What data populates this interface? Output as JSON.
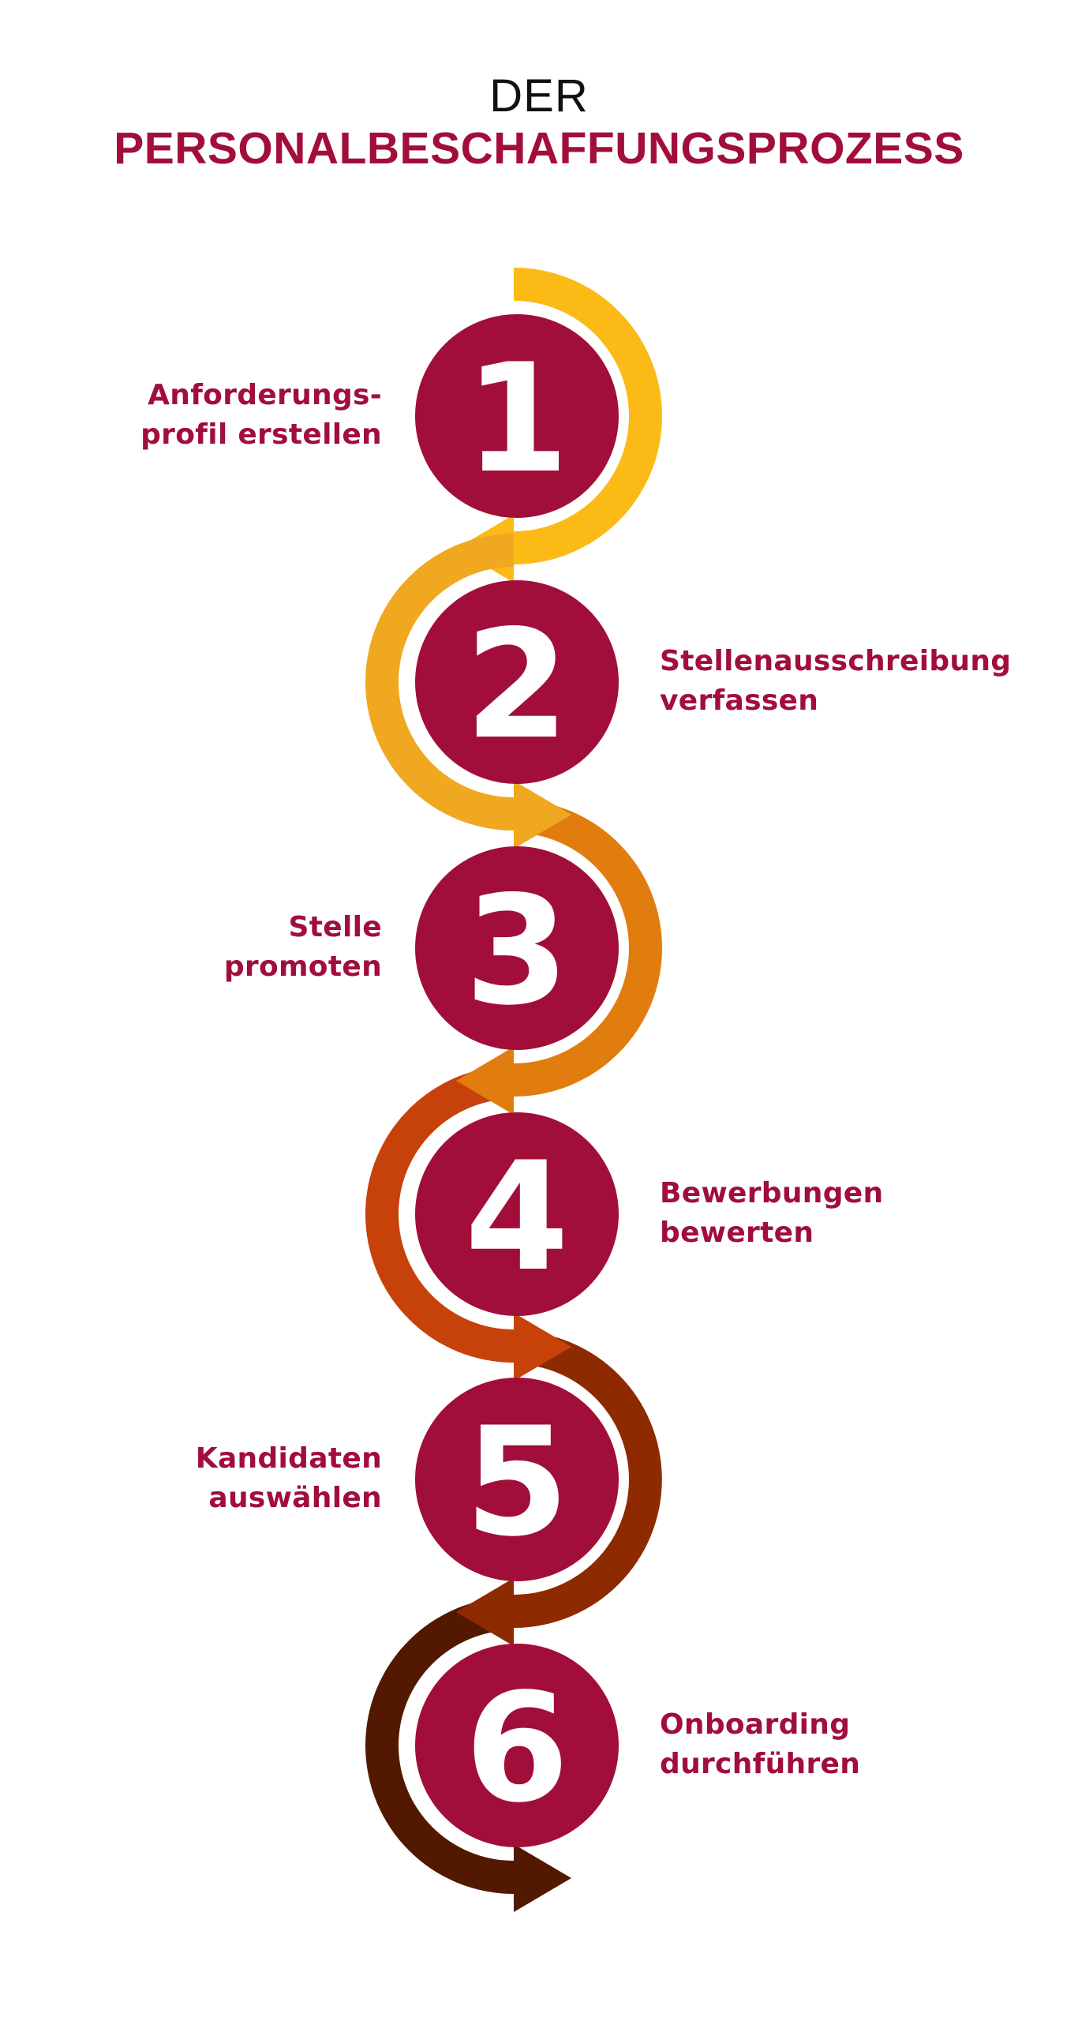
{
  "header": {
    "title_top": "DER",
    "title_main": "PERSONALBESCHAFFUNGSPROZESS"
  },
  "colors": {
    "circle": "#A20E3A",
    "text": "#A10E3B",
    "arcs": [
      "#FBBA16",
      "#EFA820",
      "#E17D0E",
      "#C7410A",
      "#8E2A00",
      "#521800"
    ]
  },
  "steps": [
    {
      "number": "1",
      "line1": "Anforderungs-",
      "line2": "profil erstellen",
      "side": "left"
    },
    {
      "number": "2",
      "line1": "Stellenausschreibung",
      "line2": "verfassen",
      "side": "right"
    },
    {
      "number": "3",
      "line1": "Stelle",
      "line2": "promoten",
      "side": "left"
    },
    {
      "number": "4",
      "line1": "Bewerbungen",
      "line2": "bewerten",
      "side": "right"
    },
    {
      "number": "5",
      "line1": "Kandidaten",
      "line2": "auswählen",
      "side": "left"
    },
    {
      "number": "6",
      "line1": "Onboarding",
      "line2": "durchführen",
      "side": "right"
    }
  ]
}
